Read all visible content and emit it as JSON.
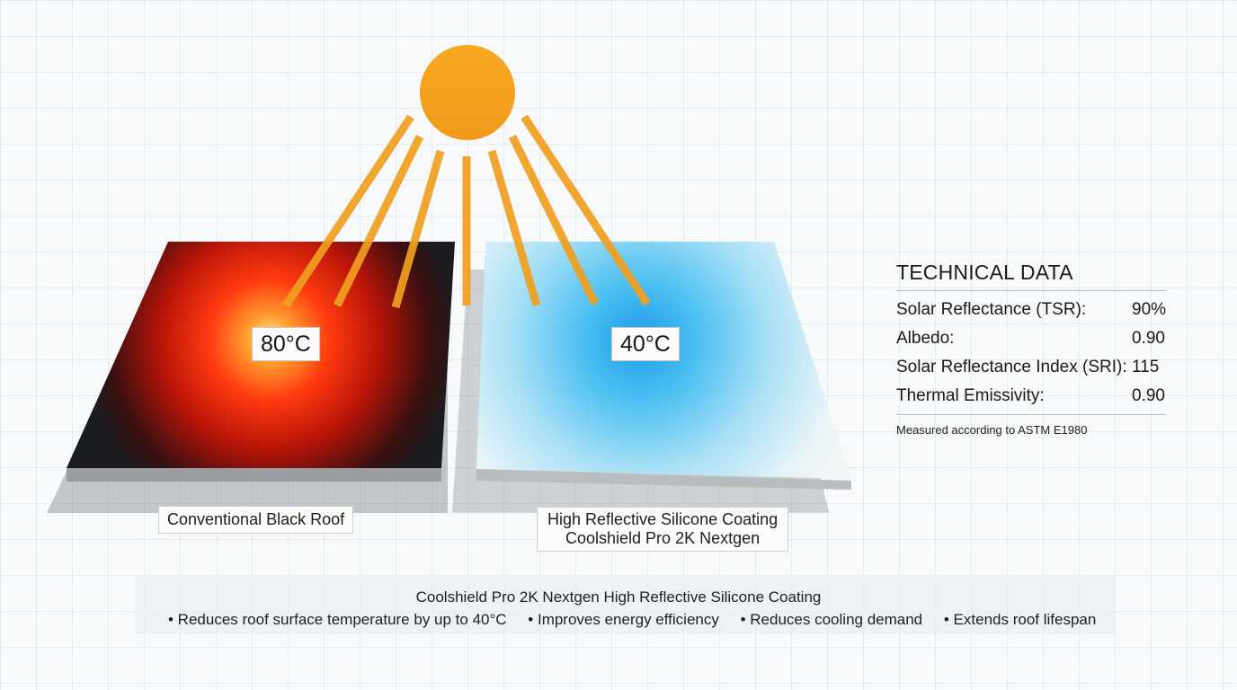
{
  "panels": {
    "black_roof": {
      "temperature": "80°C",
      "label": "Conventional Black Roof"
    },
    "coated_roof": {
      "temperature": "40°C",
      "label_line1": "High Reflective Silicone Coating",
      "label_line2": "Coolshield Pro 2K Nextgen"
    }
  },
  "technical_data": {
    "title": "TECHNICAL DATA",
    "rows": [
      {
        "label": "Solar Reflectance (TSR):",
        "value": "90%"
      },
      {
        "label": "Albedo:",
        "value": "0.90"
      },
      {
        "label": "Solar Reflectance Index (SRI):",
        "value": "115"
      },
      {
        "label": "Thermal Emissivity:",
        "value": "0.90"
      }
    ],
    "note": "Measured according to ASTM E1980"
  },
  "summary": {
    "title": "Coolshield Pro 2K Nextgen High Reflective Silicone Coating",
    "bullets": [
      "• Reduces roof surface temperature by up to 40°C",
      "• Improves energy efficiency",
      "• Reduces cooling demand",
      "• Extends roof lifespan"
    ]
  },
  "colors": {
    "sun": "#f5a020",
    "ray": "#f0a020",
    "hot": "#ff2a10",
    "cool": "#3ab4ee",
    "roof_dark": "#1b1c20",
    "roof_white": "#f3f5f5"
  }
}
